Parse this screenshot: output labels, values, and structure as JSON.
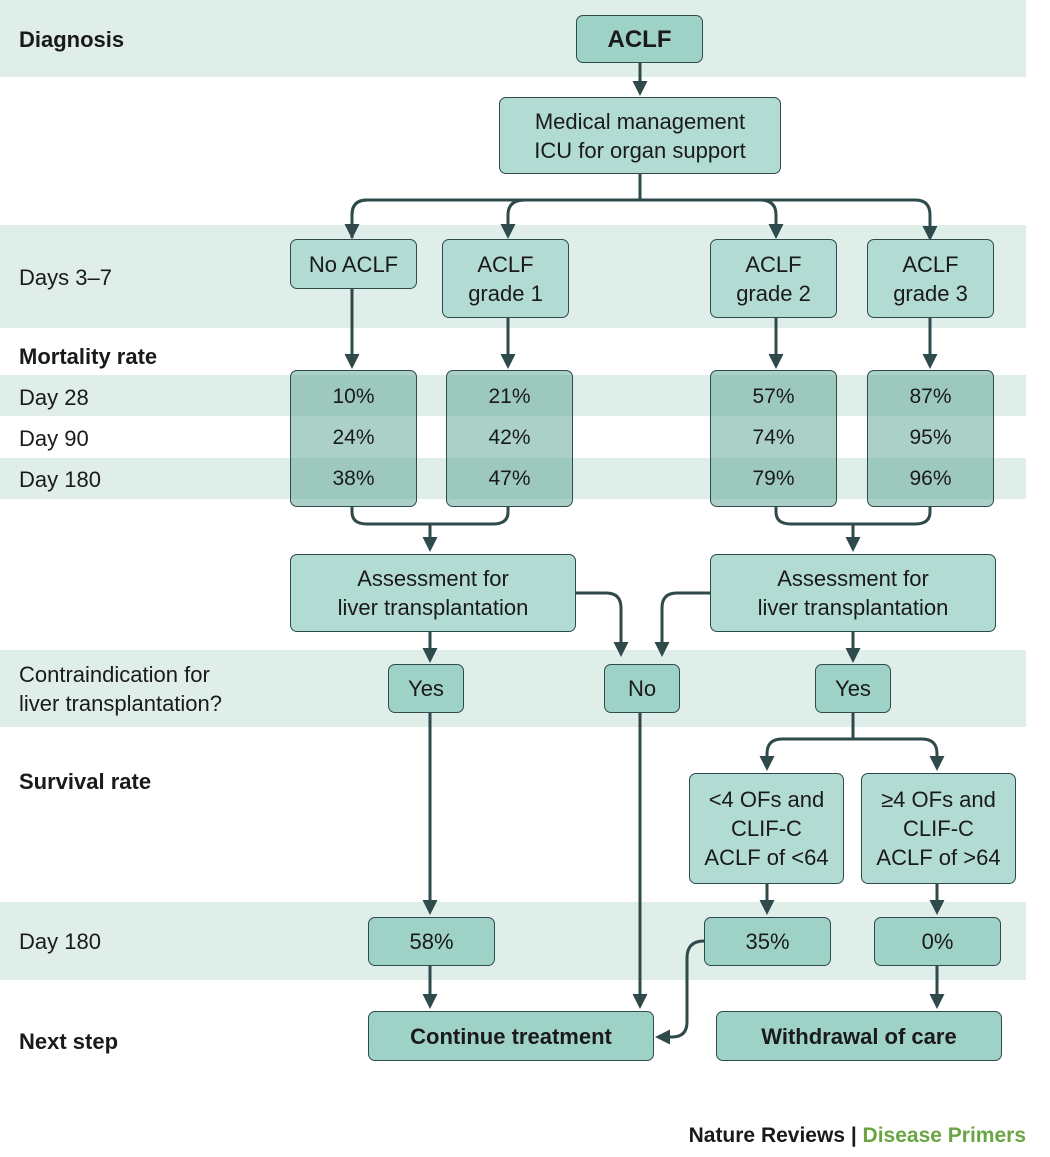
{
  "rows": {
    "diagnosis": "Diagnosis",
    "days": "Days 3–7",
    "mortality": "Mortality rate",
    "day28": "Day 28",
    "day90": "Day 90",
    "day180": "Day 180",
    "contra": "Contraindication for\nliver transplantation?",
    "survival": "Survival rate",
    "survival_day180": "Day 180",
    "next_step": "Next step"
  },
  "nodes": {
    "aclf": "ACLF",
    "medical": "Medical management\nICU for organ support",
    "no_aclf": "No ACLF",
    "grade1": "ACLF\ngrade 1",
    "grade2": "ACLF\ngrade 2",
    "grade3": "ACLF\ngrade 3",
    "assess_left": "Assessment for\nliver transplantation",
    "assess_right": "Assessment for\nliver transplantation",
    "yes_left": "Yes",
    "no": "No",
    "yes_right": "Yes",
    "lt4": "<4 OFs and\nCLIF-C\nACLF of <64",
    "ge4": "≥4 OFs and\nCLIF-C\nACLF of >64",
    "surv58": "58%",
    "surv35": "35%",
    "surv0": "0%",
    "continue": "Continue treatment",
    "withdrawal": "Withdrawal of care"
  },
  "mortality": {
    "no_aclf": [
      "10%",
      "24%",
      "38%"
    ],
    "grade1": [
      "21%",
      "42%",
      "47%"
    ],
    "grade2": [
      "57%",
      "74%",
      "79%"
    ],
    "grade3": [
      "87%",
      "95%",
      "96%"
    ]
  },
  "footer": {
    "journal": "Nature Reviews",
    "separator": " | ",
    "series": "Disease Primers"
  },
  "colors": {
    "band": "#dfeee9",
    "node": "#9fd2c7",
    "border": "#2f4a4a",
    "series_green": "#6aa544"
  }
}
